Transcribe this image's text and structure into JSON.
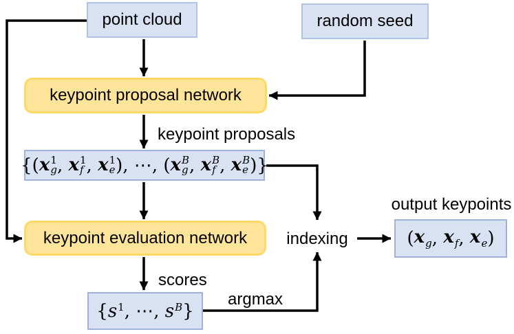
{
  "colors": {
    "background": "#ffffff",
    "text": "#000000",
    "arrow": "#000000",
    "node_fill_blue": "#d9e2f3",
    "node_border_blue": "#b1c3e2",
    "math_border_blue": "#9db3d8",
    "network_fill_yellow": "#ffe599",
    "network_border_yellow": "#ffd966"
  },
  "nodes": {
    "point_cloud": "point cloud",
    "random_seed": "random seed",
    "proposal_network": "keypoint proposal network",
    "evaluation_network": "keypoint evaluation network"
  },
  "labels": {
    "keypoint_proposals": "keypoint proposals",
    "scores": "scores",
    "argmax": "argmax",
    "indexing": "indexing",
    "output_keypoints": "output keypoints"
  },
  "math": {
    "proposal_set": {
      "plain": "{(x_g^1, x_f^1, x_e^1), ⋯, (x_g^B, x_f^B, x_e^B)}",
      "tokens": [
        {
          "text": "{("
        },
        {
          "text": "x",
          "style": "bix",
          "sup": "1",
          "sub": "g"
        },
        {
          "text": ", "
        },
        {
          "text": "x",
          "style": "bix",
          "sup": "1",
          "sub": "f"
        },
        {
          "text": ", "
        },
        {
          "text": "x",
          "style": "bix",
          "sup": "1",
          "sub": "e"
        },
        {
          "text": "), "
        },
        {
          "text": "⋯"
        },
        {
          "text": ", "
        },
        {
          "text": "("
        },
        {
          "text": "x",
          "style": "bix",
          "sup": "B",
          "sub": "g"
        },
        {
          "text": ", "
        },
        {
          "text": "x",
          "style": "bix",
          "sup": "B",
          "sub": "f"
        },
        {
          "text": ", "
        },
        {
          "text": "x",
          "style": "bix",
          "sup": "B",
          "sub": "e"
        },
        {
          "text": ")}"
        }
      ]
    },
    "scores_set": {
      "plain": "{s^1, ⋯, s^B}",
      "tokens": [
        {
          "text": "{"
        },
        {
          "text": "s",
          "style": "it",
          "sup": "1"
        },
        {
          "text": ", "
        },
        {
          "text": "⋯"
        },
        {
          "text": ", "
        },
        {
          "text": "s",
          "style": "it",
          "sup": "B"
        },
        {
          "text": "}"
        }
      ]
    },
    "output_tuple": {
      "plain": "(x_g, x_f, x_e)",
      "tokens": [
        {
          "text": "("
        },
        {
          "text": "x",
          "style": "bix",
          "sub": "g"
        },
        {
          "text": ", "
        },
        {
          "text": "x",
          "style": "bix",
          "sub": "f"
        },
        {
          "text": ", "
        },
        {
          "text": "x",
          "style": "bix",
          "sub": "e"
        },
        {
          "text": ")"
        }
      ]
    }
  }
}
